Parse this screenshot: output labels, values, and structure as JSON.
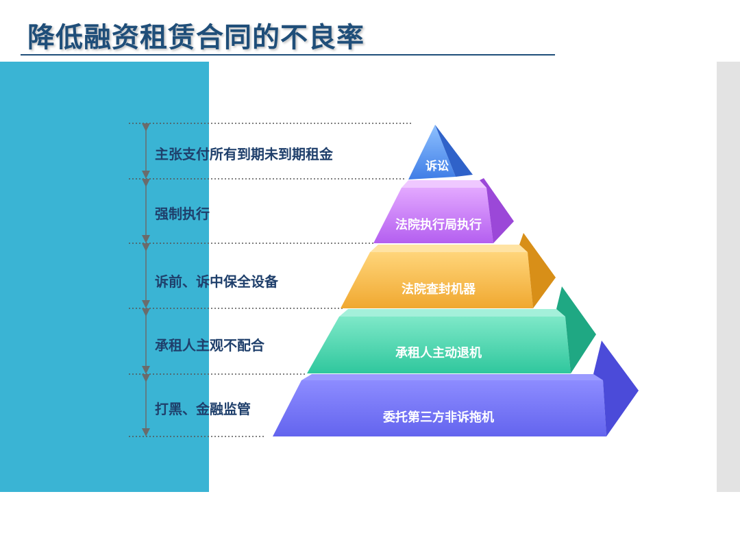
{
  "title": "降低融资租赁合同的不良率",
  "levels": [
    {
      "pyramid_text": "诉讼",
      "side_label": "主张支付所有到期未到期租金"
    },
    {
      "pyramid_text": "法院执行局执行",
      "side_label": "强制执行"
    },
    {
      "pyramid_text": "法院查封机器",
      "side_label": "诉前、诉中保全设备"
    },
    {
      "pyramid_text": "承租人主动退机",
      "side_label": "承租人主观不配合"
    },
    {
      "pyramid_text": "委托第三方非诉拖机",
      "side_label": "打黑、金融监管"
    }
  ],
  "colors": {
    "title": "#1f4e79",
    "left_panel": "#3ab4d4",
    "level_1": "#4f8ef0",
    "level_2": "#c36cf2",
    "level_3": "#f0b13c",
    "level_4": "#35cfa6",
    "level_5": "#6b6cf0"
  }
}
